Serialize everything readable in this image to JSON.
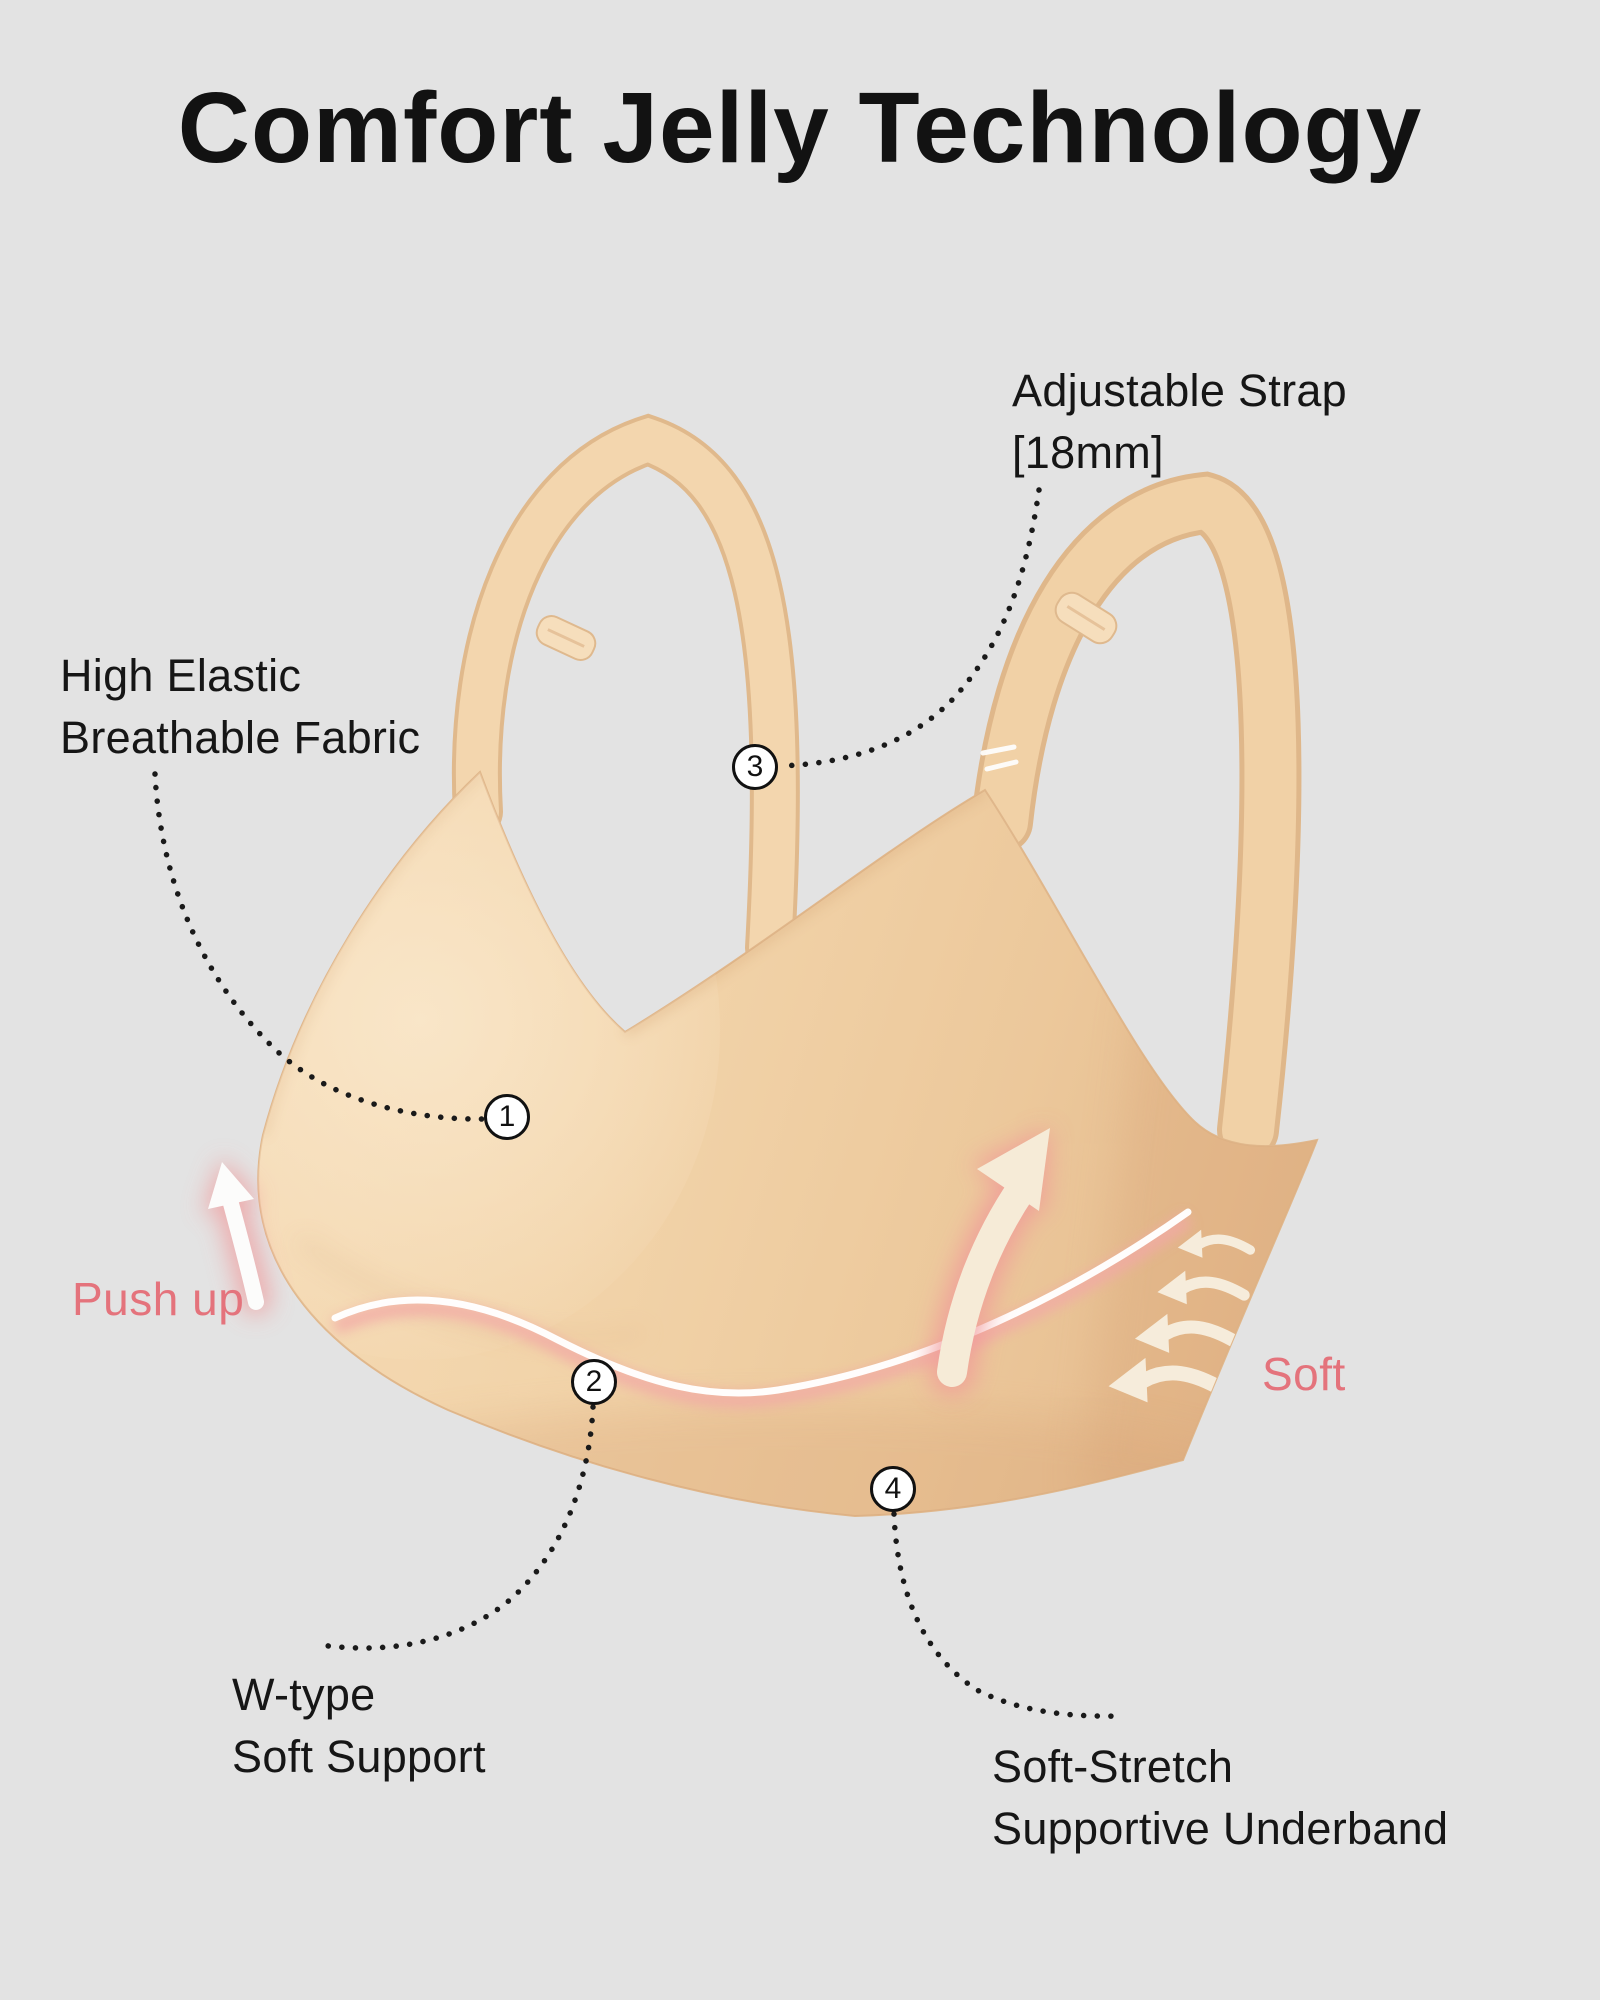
{
  "title": "Comfort Jelly Technology",
  "callouts": {
    "fabric": {
      "number": "1",
      "line1": "High Elastic",
      "line2": "Breathable Fabric"
    },
    "support": {
      "number": "2",
      "line1": "W-type",
      "line2": "Soft Support"
    },
    "strap": {
      "number": "3",
      "line1": "Adjustable Strap",
      "line2": "[18mm]"
    },
    "underband": {
      "number": "4",
      "line1": "Soft-Stretch",
      "line2": "Supportive Underband"
    }
  },
  "effects": {
    "push_up": "Push up",
    "soft": "Soft"
  },
  "colors": {
    "background": "#E3E3E3",
    "text": "#161616",
    "accent_pink": "#E4737C",
    "bra_light": "#F6DEBB",
    "bra_mid": "#F0CFA3",
    "bra_shadow": "#E0B184",
    "arrow_cream": "#F6ECDB",
    "glow_pink": "#F19899",
    "leader_dots": "#1A1A1A",
    "callout_circle_border": "#111111"
  }
}
